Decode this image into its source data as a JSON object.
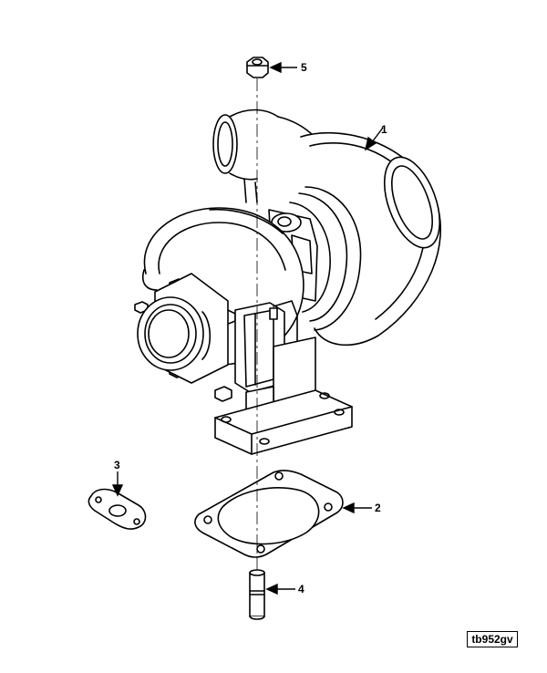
{
  "figure_ref": "tb952gv",
  "callouts": {
    "c1": "1",
    "c2": "2",
    "c3": "3",
    "c4": "4",
    "c5": "5"
  }
}
